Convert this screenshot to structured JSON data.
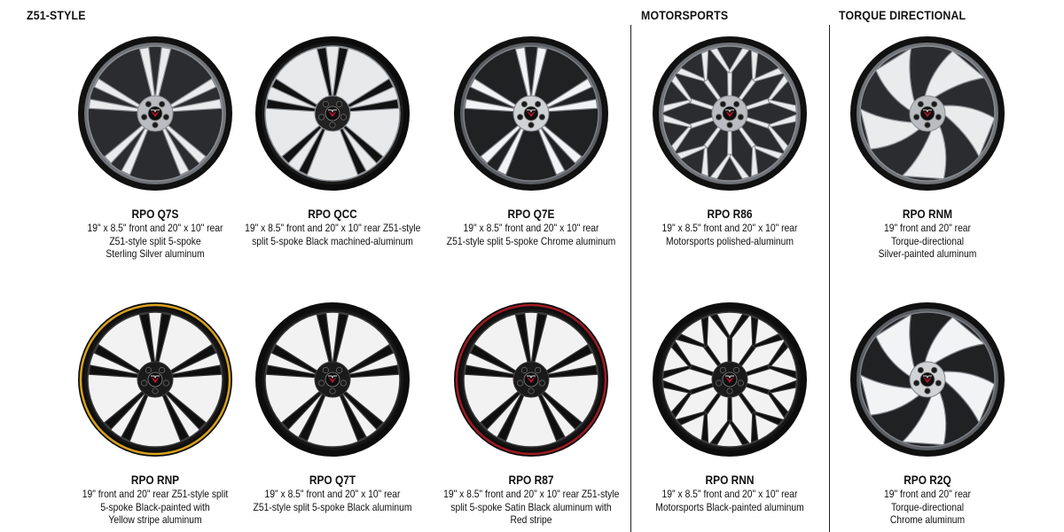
{
  "sections": {
    "z51": "Z51-STYLE",
    "motorsports": "MOTORSPORTS",
    "torque": "TORQUE DIRECTIONAL"
  },
  "wheels": [
    {
      "code": "RPO Q7S",
      "lines": [
        "19\" x 8.5\" front and 20\" x 10\" rear",
        "Z51-style split 5-spoke",
        "Sterling Silver aluminum"
      ]
    },
    {
      "code": "RPO QCC",
      "lines": [
        "19\" x 8.5\" front and 20\" x 10\" rear Z51-style",
        "split 5-spoke Black machined-aluminum",
        ""
      ]
    },
    {
      "code": "RPO Q7E",
      "lines": [
        "19\" x 8.5\" front and 20\" x 10\" rear",
        "Z51-style split 5-spoke Chrome aluminum",
        ""
      ]
    },
    {
      "code": "RPO R86",
      "lines": [
        "19\" x 8.5\" front and 20\" x 10\" rear",
        "Motorsports polished-aluminum",
        ""
      ]
    },
    {
      "code": "RPO RNM",
      "lines": [
        "19\" front and 20\" rear",
        "Torque-directional",
        "Silver-painted aluminum"
      ]
    },
    {
      "code": "RPO RNP",
      "lines": [
        "19\" front and 20\" rear Z51-style split",
        "5-spoke Black-painted with",
        "Yellow stripe aluminum"
      ]
    },
    {
      "code": "RPO Q7T",
      "lines": [
        "19\" x 8.5\" front and 20\" x 10\" rear",
        "Z51-style split 5-spoke Black aluminum",
        ""
      ]
    },
    {
      "code": "RPO R87",
      "lines": [
        "19\" x 8.5\" front and 20\" x 10\" rear Z51-style",
        "split 5-spoke Satin Black aluminum with",
        "Red stripe"
      ]
    },
    {
      "code": "RPO RNN",
      "lines": [
        "19\" x 8.5\" front and 20\" x 10\" rear",
        "Motorsports Black-painted aluminum",
        ""
      ]
    },
    {
      "code": "RPO R2Q",
      "lines": [
        "19\" front and 20\" rear",
        "Torque-directional",
        "Chrome aluminum"
      ]
    }
  ],
  "colors": {
    "yellow_stripe": "#d9a21c",
    "red_stripe": "#a01a22",
    "silver": "#c9ccd0",
    "black": "#141414"
  }
}
